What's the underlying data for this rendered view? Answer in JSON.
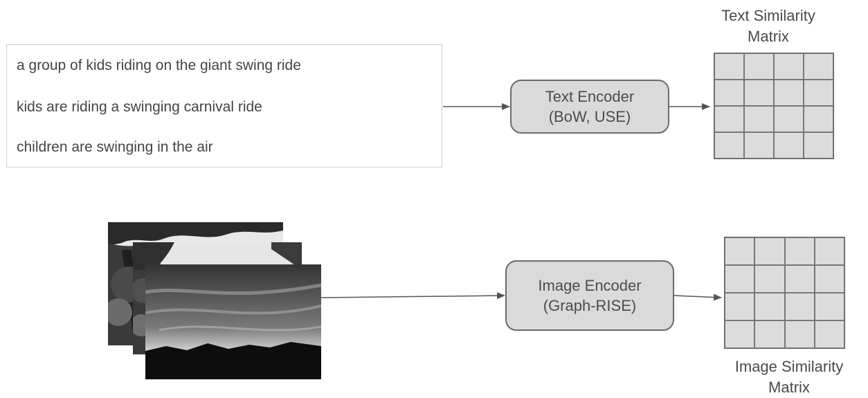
{
  "captions": [
    "a group of kids riding on the giant swing ride",
    "kids are riding a swinging carnival ride",
    "children are swinging in the air"
  ],
  "text_encoder": {
    "line1": "Text Encoder",
    "line2": "(BoW, USE)"
  },
  "image_encoder": {
    "line1": "Image Encoder",
    "line2": "(Graph-RISE)"
  },
  "text_matrix": {
    "title_line1": "Text Similarity",
    "title_line2": "Matrix",
    "rows": 4,
    "cols": 4
  },
  "image_matrix": {
    "title_line1": "Image Similarity",
    "title_line2": "Matrix",
    "rows": 4,
    "cols": 4
  },
  "colors": {
    "encoder_fill": "#dadada",
    "matrix_fill": "#dcdcdc",
    "arrow": "#555555"
  },
  "images": [
    "tree-photo",
    "forest-photo",
    "sunset-sky-photo"
  ]
}
